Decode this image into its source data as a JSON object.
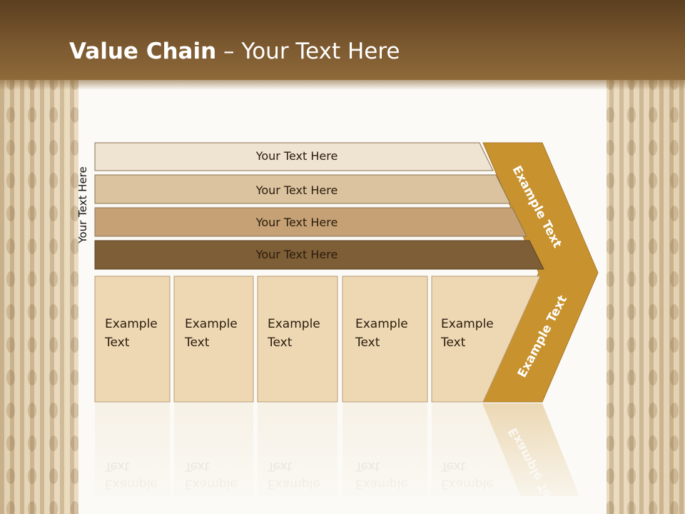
{
  "title": {
    "bold": "Value Chain",
    "rest": " – Your Text Here"
  },
  "side_label": "Your Text Here",
  "bars": [
    {
      "label": "Your Text Here",
      "color": "#efe3d2"
    },
    {
      "label": "Your Text Here",
      "color": "#dcc3a0"
    },
    {
      "label": "Your Text Here",
      "color": "#c5a175"
    },
    {
      "label": "Your Text Here",
      "color": "#7e5e36"
    }
  ],
  "boxes": [
    {
      "line1": "Example",
      "line2": "Text"
    },
    {
      "line1": "Example",
      "line2": "Text"
    },
    {
      "line1": "Example",
      "line2": "Text"
    },
    {
      "line1": "Example",
      "line2": "Text"
    },
    {
      "line1": "Example",
      "line2": "Text"
    }
  ],
  "chevron": {
    "upper": "Example Text",
    "lower": "Example Text",
    "color": "#c8922e"
  },
  "colors": {
    "title_bar": "#6b4c28",
    "box_fill": "#eed8b4",
    "panel": "#fbfaf6"
  }
}
